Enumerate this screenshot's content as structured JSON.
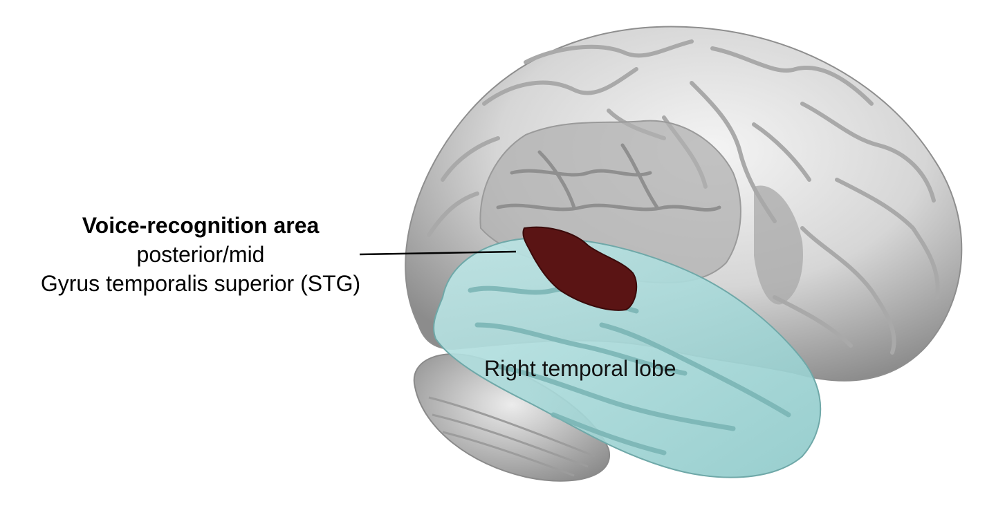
{
  "labels": {
    "area_title": "Voice-recognition area",
    "area_sub1": "posterior/mid",
    "area_sub2": "Gyrus temporalis superior (STG)",
    "lobe": "Right temporal lobe"
  },
  "colors": {
    "brain_surface": "#d9d9d9",
    "brain_shadow": "#9a9a9a",
    "temporal_lobe": "#a9dcdc",
    "voice_area": "#5a1414",
    "leader_line": "#000000"
  }
}
